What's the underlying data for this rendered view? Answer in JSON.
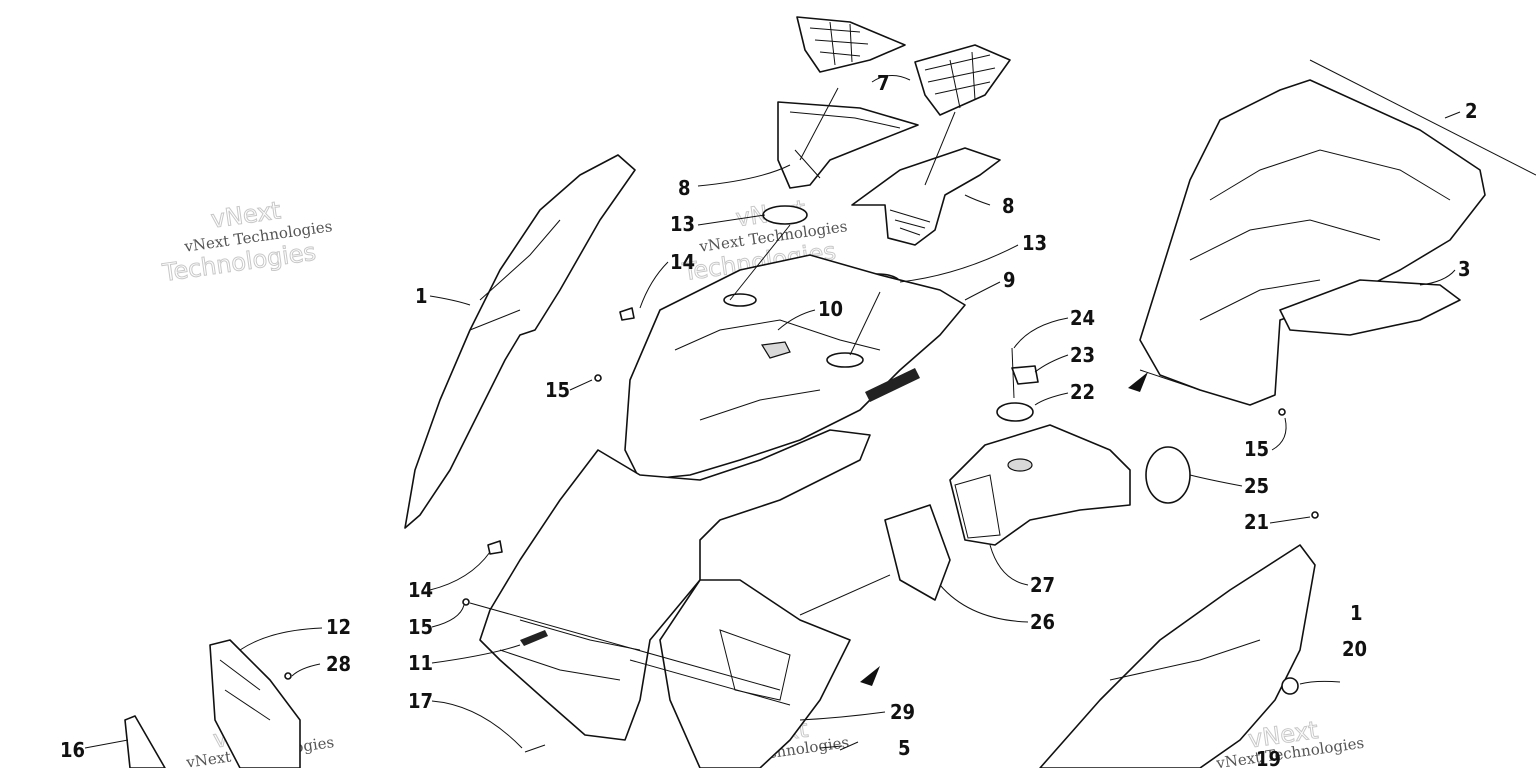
{
  "watermark": {
    "line1": "vNext Technologies",
    "outline_word1": "vNext",
    "outline_word2": "Technologies"
  },
  "callouts": [
    {
      "id": "c1a",
      "label": "1"
    },
    {
      "id": "c1b",
      "label": "1"
    },
    {
      "id": "c2",
      "label": "2"
    },
    {
      "id": "c3",
      "label": "3"
    },
    {
      "id": "c5",
      "label": "5"
    },
    {
      "id": "c7",
      "label": "7"
    },
    {
      "id": "c8a",
      "label": "8"
    },
    {
      "id": "c8b",
      "label": "8"
    },
    {
      "id": "c9",
      "label": "9"
    },
    {
      "id": "c10",
      "label": "10"
    },
    {
      "id": "c11",
      "label": "11"
    },
    {
      "id": "c12",
      "label": "12"
    },
    {
      "id": "c13a",
      "label": "13"
    },
    {
      "id": "c13b",
      "label": "13"
    },
    {
      "id": "c14a",
      "label": "14"
    },
    {
      "id": "c14b",
      "label": "14"
    },
    {
      "id": "c15a",
      "label": "15"
    },
    {
      "id": "c15b",
      "label": "15"
    },
    {
      "id": "c15c",
      "label": "15"
    },
    {
      "id": "c16",
      "label": "16"
    },
    {
      "id": "c17",
      "label": "17"
    },
    {
      "id": "c19",
      "label": "19"
    },
    {
      "id": "c20",
      "label": "20"
    },
    {
      "id": "c21",
      "label": "21"
    },
    {
      "id": "c22",
      "label": "22"
    },
    {
      "id": "c23",
      "label": "23"
    },
    {
      "id": "c24",
      "label": "24"
    },
    {
      "id": "c25",
      "label": "25"
    },
    {
      "id": "c26",
      "label": "26"
    },
    {
      "id": "c27",
      "label": "27"
    },
    {
      "id": "c28",
      "label": "28"
    },
    {
      "id": "c29",
      "label": "29"
    }
  ]
}
